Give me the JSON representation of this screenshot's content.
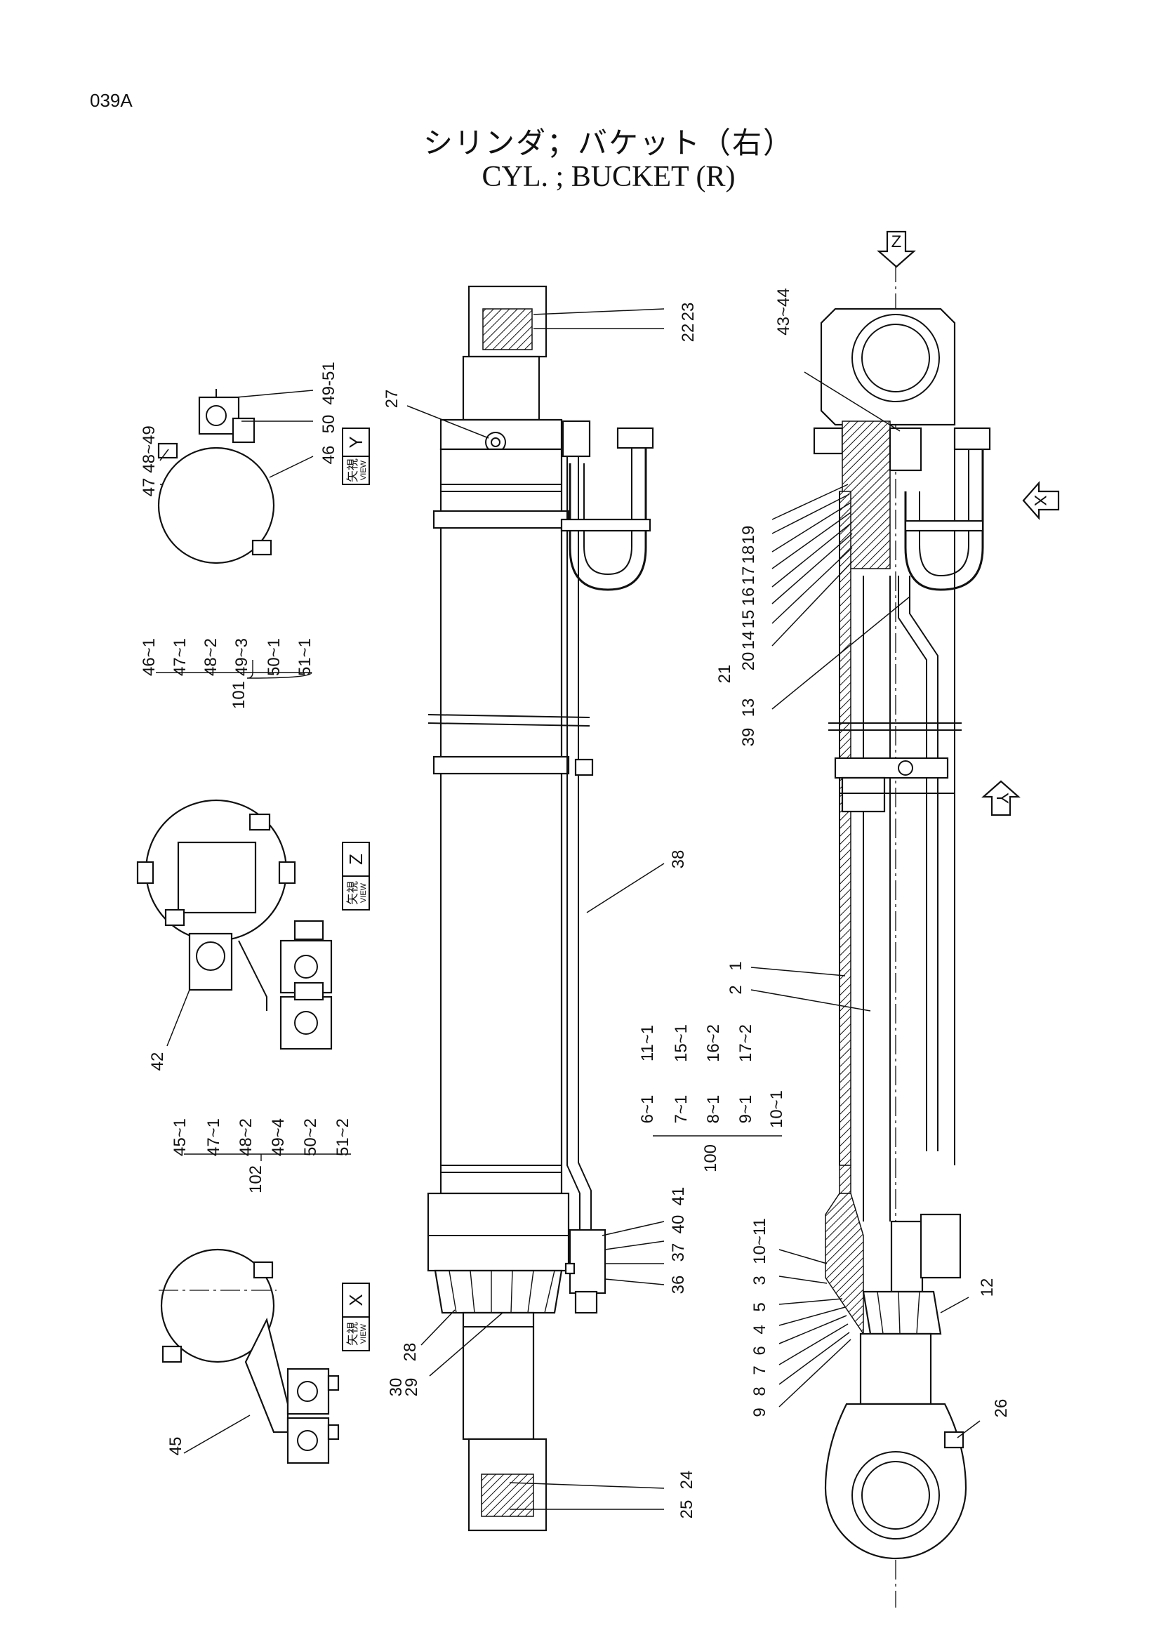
{
  "page_code": "039A",
  "title_jp": "シリンダ；バケット（右）",
  "title_en": "CYL. ; BUCKET (R)",
  "views": [
    {
      "id": "Y",
      "jp": "矢視",
      "en": "VIEW",
      "letter": "Y"
    },
    {
      "id": "Z",
      "jp": "矢視",
      "en": "VIEW",
      "letter": "Z"
    },
    {
      "id": "X",
      "jp": "矢視",
      "en": "VIEW",
      "letter": "X"
    }
  ],
  "direction_arrows": [
    "Z",
    "X",
    "Y"
  ],
  "part_labels": [
    "23",
    "22",
    "27",
    "43~44",
    "19",
    "18",
    "17",
    "16",
    "15",
    "14",
    "20",
    "13",
    "21",
    "39",
    "38",
    "1",
    "2",
    "41",
    "40",
    "37",
    "36",
    "10~11",
    "3",
    "5",
    "4",
    "6",
    "7",
    "8",
    "9",
    "12",
    "26",
    "28",
    "30",
    "29",
    "24",
    "25",
    "47",
    "48~49",
    "49-51",
    "50",
    "46",
    "42",
    "45"
  ],
  "kit_101": {
    "number": "101",
    "items": [
      "46~1",
      "47~1",
      "48~2",
      "49~3",
      "50~1",
      "51~1"
    ]
  },
  "kit_102": {
    "number": "102",
    "items": [
      "45~1",
      "47~1",
      "48~2",
      "49~4",
      "50~2",
      "51~2"
    ]
  },
  "kit_100": {
    "number": "100",
    "items": [
      "6~1",
      "7~1",
      "8~1",
      "9~1",
      "10~1",
      "11~1",
      "15~1",
      "16~2",
      "17~2"
    ]
  }
}
